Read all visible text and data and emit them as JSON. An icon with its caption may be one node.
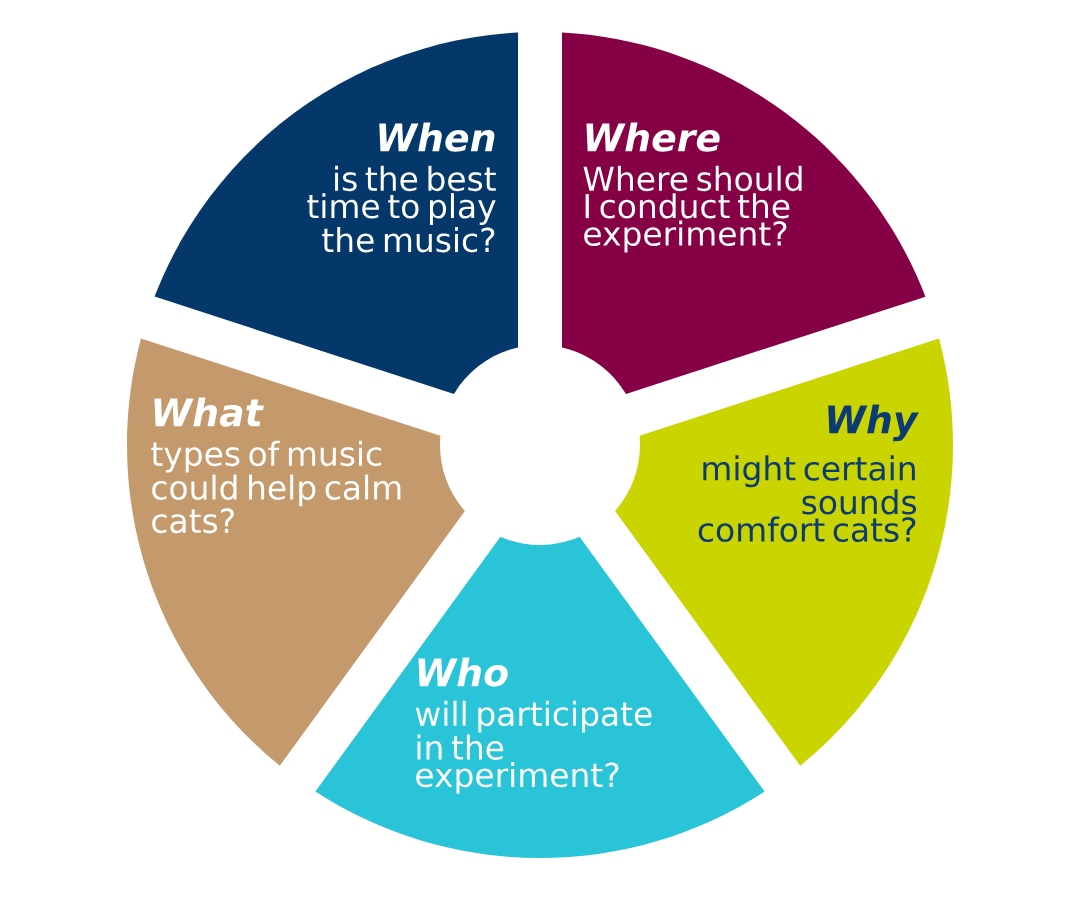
{
  "diagram": {
    "nodes": [
      {
        "text": [
          "When",
          "is the best time to play the music?"
        ]
      },
      {
        "text": [
          "Where",
          "Where should I conduct the experiment?"
        ]
      },
      {
        "text": [
          "What",
          "types of music could help calm cats?"
        ]
      },
      {
        "text": [
          "Why",
          "might certain sounds comfort cats?"
        ]
      },
      {
        "text": [
          "Who",
          "will participate in the experiment?"
        ]
      }
    ]
  }
}
